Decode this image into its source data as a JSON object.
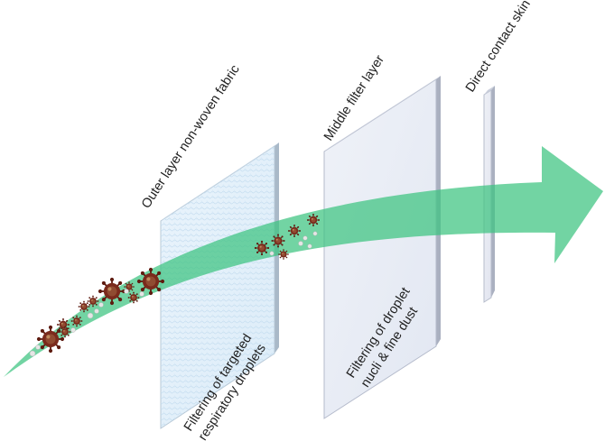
{
  "layers": [
    {
      "name": "Outer layer non-woven fabric",
      "function_lines": [
        "Filtering of targeted",
        "respiratory droplets"
      ]
    },
    {
      "name": "Middle filter layer",
      "function_lines": [
        "Filtering of droplet",
        "nucli & fine dust"
      ]
    },
    {
      "name": "Direct contact skin layer"
    }
  ],
  "colors": {
    "arrow": "#3cc47f",
    "outer_layer": "#dcecf8",
    "middle_layer": "#e2e7f2",
    "skin_layer": "#e1e4ef",
    "particle": "#7a2a1c",
    "particle_spike": "#5e1b10",
    "small_droplet": "#e6e6e6"
  },
  "icons": [
    "virus-particle-icon",
    "droplet-icon"
  ]
}
